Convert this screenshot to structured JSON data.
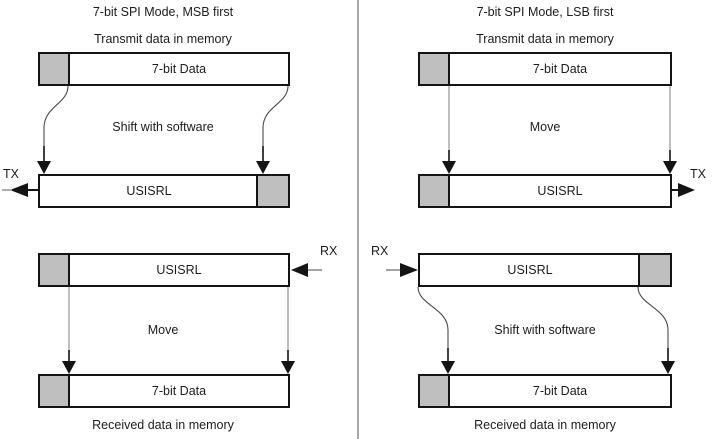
{
  "figure": {
    "divider_color": "#a8a8a8",
    "box_fill": "#ffffff",
    "cell_fill": "#bfbfbf",
    "stroke": "#141414"
  },
  "left_panel": {
    "title": "7-bit SPI Mode, MSB first",
    "transmit": {
      "caption": "Transmit data in memory",
      "source_label": "7-bit Data",
      "operation": "Shift with software",
      "dest_label": "USISRL",
      "line_label": "TX"
    },
    "receive": {
      "source_label": "USISRL",
      "operation": "Move",
      "dest_label": "7-bit Data",
      "caption": "Received data in memory",
      "line_label": "RX"
    }
  },
  "right_panel": {
    "title": "7-bit SPI Mode, LSB first",
    "transmit": {
      "caption": "Transmit data in memory",
      "source_label": "7-bit Data",
      "operation": "Move",
      "dest_label": "USISRL",
      "line_label": "TX"
    },
    "receive": {
      "source_label": "USISRL",
      "operation": "Shift with software",
      "dest_label": "7-bit Data",
      "caption": "Received data in memory",
      "line_label": "RX"
    }
  }
}
